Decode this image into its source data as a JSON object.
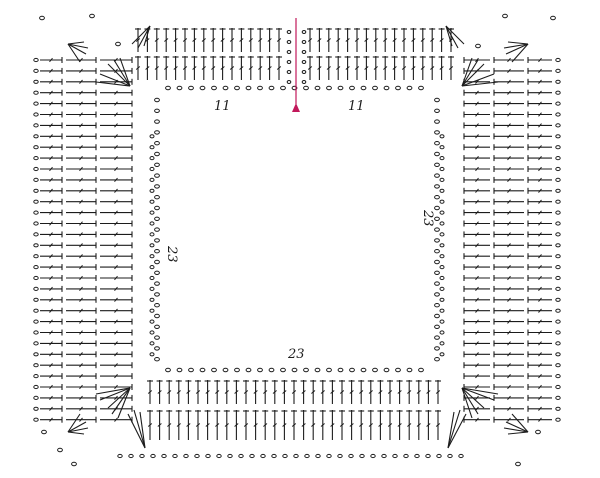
{
  "diagram": {
    "title": "",
    "top_left_count": "11",
    "top_right_count": "11",
    "left_count": "23",
    "right_count": "23",
    "bottom_count": "23",
    "start_marker_color": "#c2185b",
    "ink_color": "#1c1c1c",
    "symbols": [
      "chain-stitch",
      "double-crochet",
      "treble-crochet",
      "slip-stitch-marker"
    ]
  }
}
